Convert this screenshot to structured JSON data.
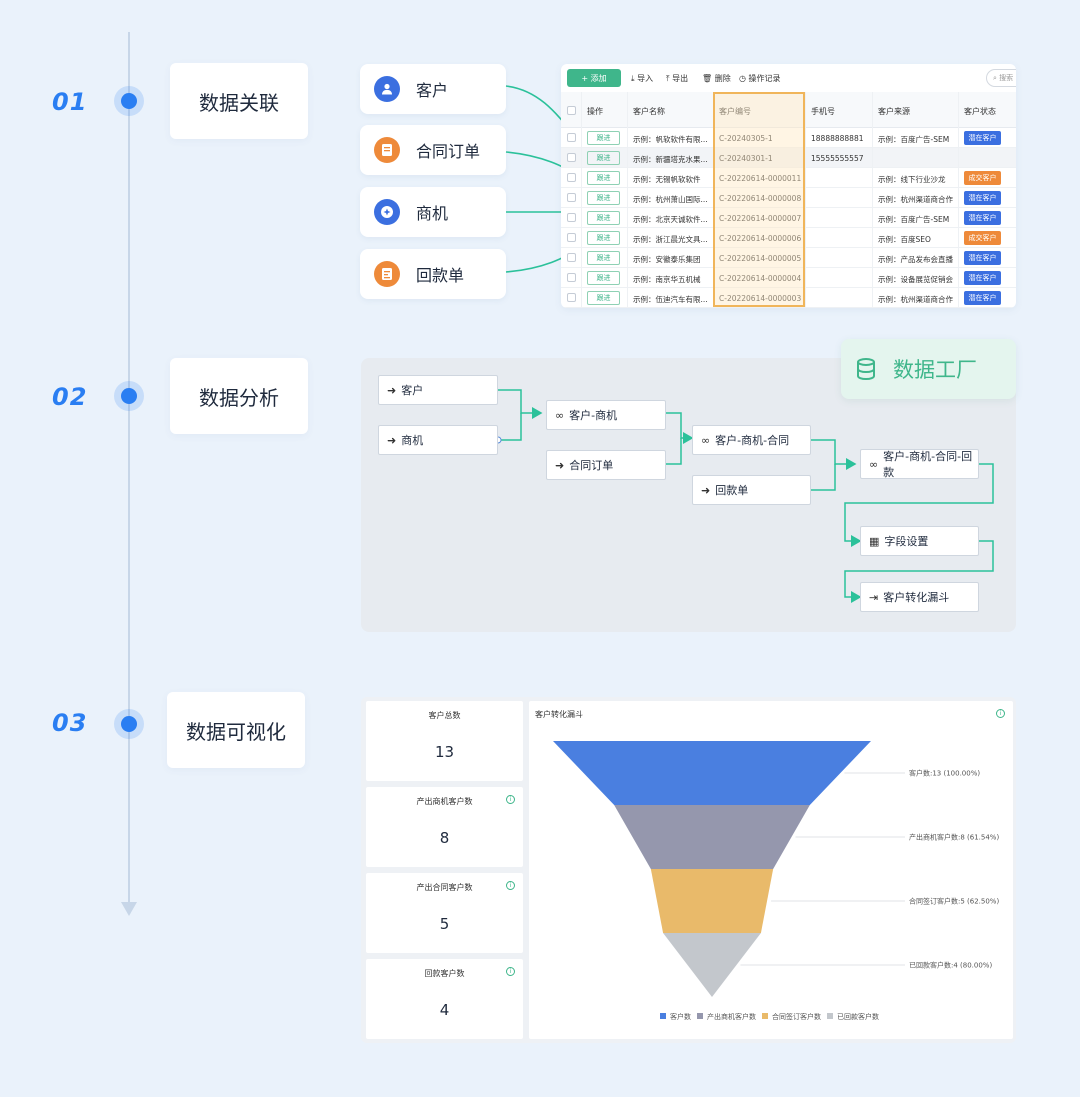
{
  "steps": [
    {
      "num": "01",
      "label": "数据关联"
    },
    {
      "num": "02",
      "label": "数据分析"
    },
    {
      "num": "03",
      "label": "数据可视化"
    }
  ],
  "sources": [
    {
      "label": "客户",
      "icon": "user-icon",
      "color": "#3b6fe0"
    },
    {
      "label": "合同订单",
      "icon": "contract-icon",
      "color": "#ee8a3a"
    },
    {
      "label": "商机",
      "icon": "opportunity-icon",
      "color": "#3b6fe0"
    },
    {
      "label": "回款单",
      "icon": "receipt-icon",
      "color": "#ee8a3a"
    }
  ],
  "table": {
    "add_label": "+ 添加",
    "tools": [
      "导入",
      "导出",
      "删除",
      "操作记录"
    ],
    "search_placeholder": "搜索",
    "columns": [
      "操作",
      "客户名称",
      "客户编号",
      "手机号",
      "客户来源",
      "客户状态"
    ],
    "op_label": "跟进",
    "rows": [
      {
        "name": "示例：帆软软件有限...",
        "code": "C-20240305-1",
        "phone": "18888888881",
        "source": "示例：百度广告-SEM",
        "status": "潜在客户"
      },
      {
        "name": "示例：新疆塔克水果...",
        "code": "C-20240301-1",
        "phone": "15555555557",
        "source": "",
        "status": ""
      },
      {
        "name": "示例：无锡帆软软件",
        "code": "C-20220614-0000011",
        "phone": "",
        "source": "示例：线下行业沙龙",
        "status": "成交客户"
      },
      {
        "name": "示例：杭州萧山国际...",
        "code": "C-20220614-0000008",
        "phone": "",
        "source": "示例：杭州渠道商合作",
        "status": "潜在客户"
      },
      {
        "name": "示例：北京天诚软件...",
        "code": "C-20220614-0000007",
        "phone": "",
        "source": "示例：百度广告-SEM",
        "status": "潜在客户"
      },
      {
        "name": "示例：浙江晨光文具...",
        "code": "C-20220614-0000006",
        "phone": "",
        "source": "示例：百度SEO",
        "status": "成交客户"
      },
      {
        "name": "示例：安徽泰乐集团",
        "code": "C-20220614-0000005",
        "phone": "",
        "source": "示例：产品发布会直播",
        "status": "潜在客户"
      },
      {
        "name": "示例：南京华五机械",
        "code": "C-20220614-0000004",
        "phone": "",
        "source": "示例：设备展览促销会",
        "status": "潜在客户"
      },
      {
        "name": "示例：伍迪汽车有限...",
        "code": "C-20220614-0000003",
        "phone": "",
        "source": "示例：杭州渠道商合作",
        "status": "潜在客户"
      }
    ],
    "status_colors": {
      "潜在客户": "#3b6fe0",
      "成交客户": "#ee8a3a"
    }
  },
  "data_factory": {
    "label": "数据工厂",
    "color": "#3fb68b"
  },
  "flow_nodes": {
    "n1": "客户",
    "n2": "商机",
    "n3": "客户-商机",
    "n4": "合同订单",
    "n5": "客户-商机-合同",
    "n6": "回款单",
    "n7": "客户-商机-合同-回款",
    "n8": "字段设置",
    "n9": "客户转化漏斗"
  },
  "kpis": [
    {
      "title": "客户总数",
      "value": "13",
      "info": false
    },
    {
      "title": "产出商机客户数",
      "value": "8",
      "info": true
    },
    {
      "title": "产出合同客户数",
      "value": "5",
      "info": true
    },
    {
      "title": "回款客户数",
      "value": "4",
      "info": true
    }
  ],
  "chart_data": {
    "type": "funnel",
    "title": "客户转化漏斗",
    "categories": [
      "客户数",
      "产出商机客户数",
      "合同签订客户数",
      "已回款客户数"
    ],
    "values": [
      13,
      8,
      5,
      4
    ],
    "labels": [
      "客户数:13 (100.00%)",
      "产出商机客户数:8 (61.54%)",
      "合同签订客户数:5 (62.50%)",
      "已回款客户数:4 (80.00%)"
    ],
    "legend": [
      "客户数",
      "产出商机客户数",
      "合同签订客户数",
      "已回款客户数"
    ],
    "colors": [
      "#4a7fe0",
      "#9597ad",
      "#e9ba6a",
      "#c3c7cc"
    ],
    "legend_position": "bottom"
  }
}
